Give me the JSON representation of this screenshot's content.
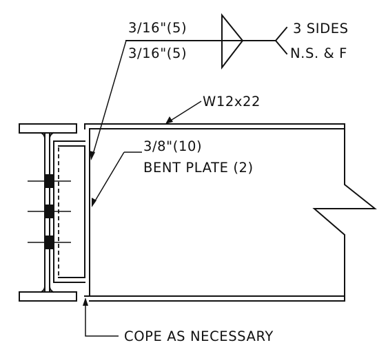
{
  "weld_symbol": {
    "size_arrow_side": "3/16\"(5)",
    "size_other_side": "3/16\"(5)",
    "tail_note_line1": "3 SIDES",
    "tail_note_line2": "N.S. & F"
  },
  "callouts": {
    "beam_label": "W12x22",
    "plate_size": "3/8\"(10)",
    "plate_desc": "BENT PLATE (2)",
    "cope_note": "COPE AS NECESSARY"
  },
  "icons": {
    "fillet_weld_symbol": "fillet-weld-triangle-icon",
    "leader_arrow": "leader-arrowhead-icon",
    "break_line": "zigzag-break-icon",
    "bolt": "bolt-icon"
  }
}
